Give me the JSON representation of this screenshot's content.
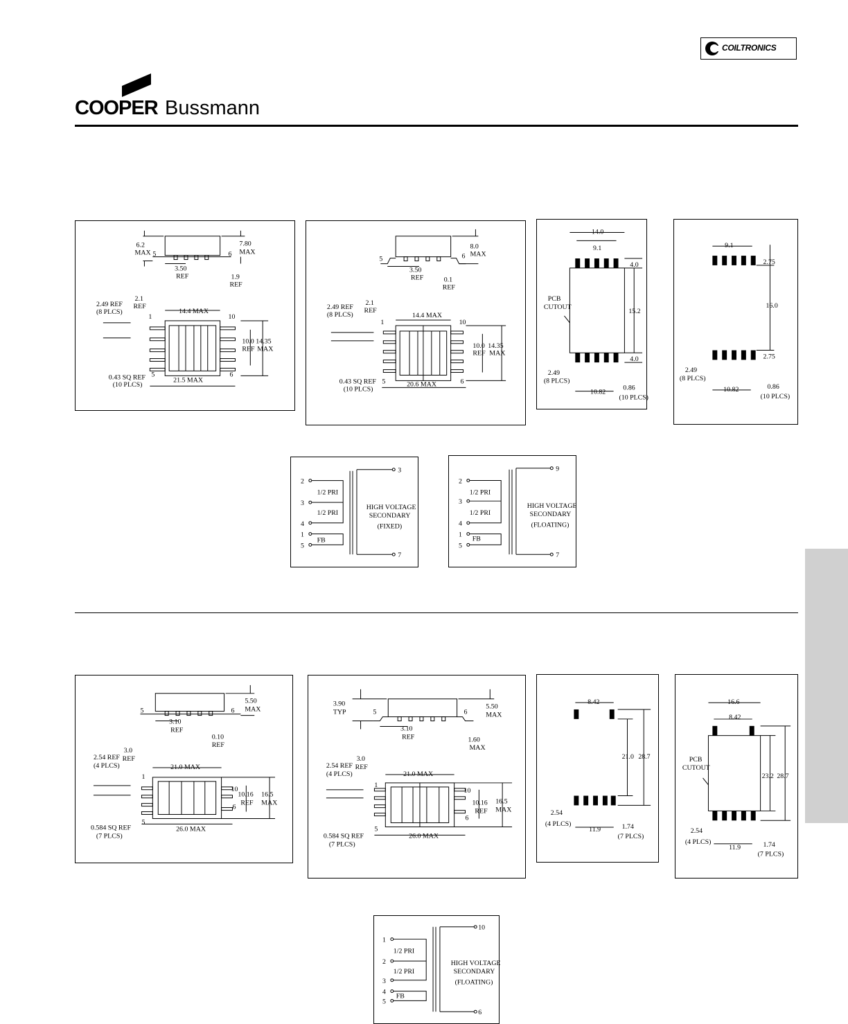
{
  "header": {
    "brand_cooper": "COOPER",
    "brand_bussmann": "Bussmann",
    "brand_coiltronics": "COILTRONICS"
  },
  "section1": {
    "panel_a": {
      "dims": [
        "6.2",
        "MAX",
        "5",
        "6",
        "7.80",
        "MAX",
        "3.50",
        "REF",
        "1.9",
        "REF",
        "2.49 REF",
        "(8 PLCS)",
        "2.1",
        "REF",
        "14.4 MAX",
        "1",
        "10",
        "10.0",
        "REF",
        "14.35",
        "MAX",
        "0.43 SQ REF",
        "(10 PLCS)",
        "5",
        "21.5 MAX",
        "6"
      ]
    },
    "panel_b": {
      "dims": [
        "8.0",
        "MAX",
        "5",
        "6",
        "3.50",
        "REF",
        "0.1",
        "REF",
        "2.49 REF",
        "(8 PLCS)",
        "2.1",
        "REF",
        "1",
        "14.4 MAX",
        "10",
        "10.0",
        "REF",
        "14.35",
        "MAX",
        "0.43 SQ REF",
        "(10 PLCS)",
        "5",
        "20.6 MAX",
        "6"
      ]
    },
    "panel_c": {
      "dims": [
        "14.0",
        "9.1",
        "4.0",
        "PCB",
        "CUTOUT",
        "15.2",
        "4.0",
        "2.49",
        "(8 PLCS)",
        "10.82",
        "0.86",
        "(10 PLCS)"
      ]
    },
    "panel_d": {
      "dims": [
        "9.1",
        "2.75",
        "16.0",
        "2.75",
        "2.49",
        "(8 PLCS)",
        "10.82",
        "0.86",
        "(10 PLCS)"
      ]
    },
    "schematic_fixed": {
      "pins": [
        "2",
        "3",
        "4",
        "1",
        "5",
        "3",
        "7"
      ],
      "labels": [
        "1/2 PRI",
        "1/2 PRI",
        "FB",
        "HIGH VOLTAGE",
        "SECONDARY",
        "(FIXED)"
      ]
    },
    "schematic_floating": {
      "pins": [
        "2",
        "3",
        "4",
        "1",
        "5",
        "9",
        "7"
      ],
      "labels": [
        "1/2 PRI",
        "1/2 PRI",
        "FB",
        "HIGH VOLTAGE",
        "SECONDARY",
        "(FLOATING)"
      ]
    }
  },
  "section2": {
    "panel_a": {
      "dims": [
        "5.50",
        "MAX",
        "5",
        "6",
        "3.10",
        "REF",
        "0.10",
        "REF",
        "2.54 REF",
        "(4 PLCS)",
        "3.0",
        "REF",
        "21.0 MAX",
        "1",
        "10",
        "10.16",
        "REF",
        "16.5",
        "MAX",
        "6",
        "0.584 SQ REF",
        "(7 PLCS)",
        "5",
        "26.0 MAX"
      ]
    },
    "panel_b": {
      "dims": [
        "3.90",
        "TYP",
        "5",
        "6",
        "5.50",
        "MAX",
        "3.10",
        "REF",
        "1.60",
        "MAX",
        "2.54 REF",
        "(4 PLCS)",
        "3.0",
        "REF",
        "21.0 MAX",
        "1",
        "10",
        "10.16",
        "REF",
        "16.5",
        "MAX",
        "6",
        "0.584 SQ REF",
        "(7 PLCS)",
        "5",
        "26.0 MAX"
      ]
    },
    "panel_c": {
      "dims": [
        "8.42",
        "21.0",
        "28.7",
        "2.54",
        "(4 PLCS)",
        "11.9",
        "1.74",
        "(7 PLCS)"
      ]
    },
    "panel_d": {
      "dims": [
        "16.6",
        "8.42",
        "PCB",
        "CUTOUT",
        "23.2",
        "28.7",
        "2.54",
        "(4 PLCS)",
        "11.9",
        "1.74",
        "(7 PLCS)"
      ]
    },
    "schematic": {
      "pins": [
        "1",
        "2",
        "3",
        "4",
        "5",
        "10",
        "6"
      ],
      "labels": [
        "1/2 PRI",
        "1/2 PRI",
        "FB",
        "HIGH VOLTAGE",
        "SECONDARY",
        "(FLOATING)"
      ]
    }
  },
  "colors": {
    "ink": "#000000",
    "side_tab": "#d0d0d0"
  }
}
